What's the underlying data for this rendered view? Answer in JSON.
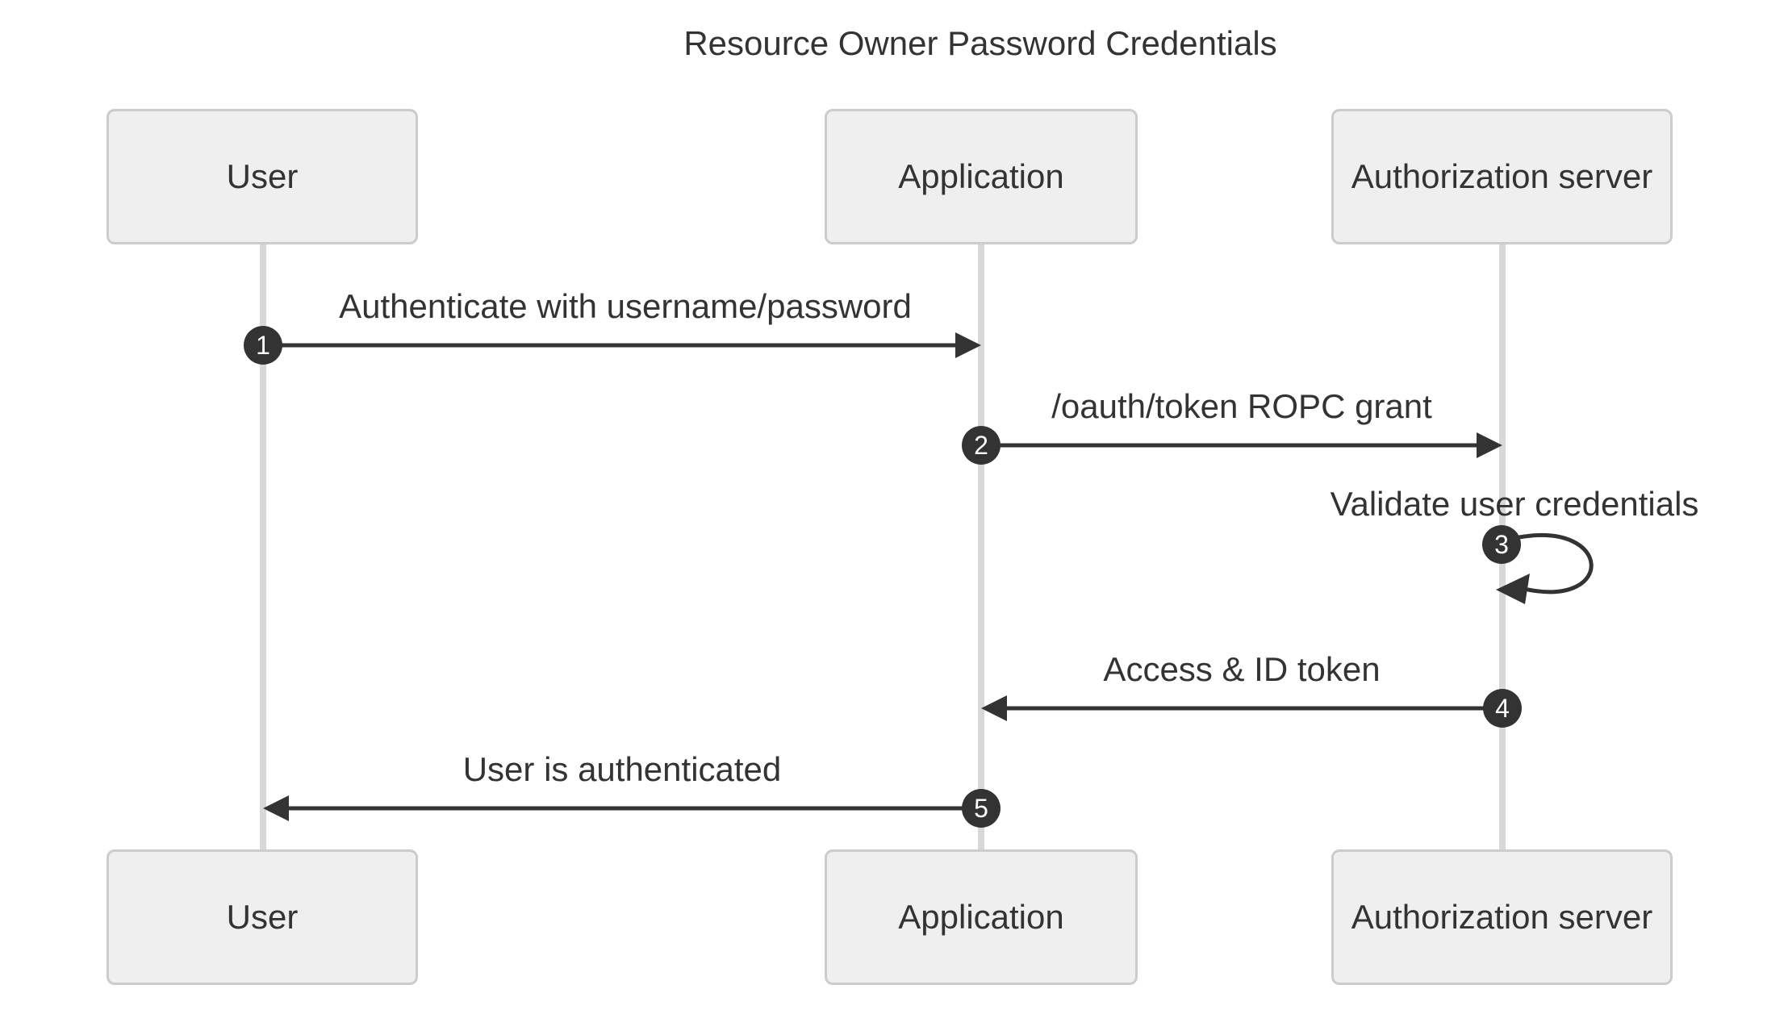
{
  "diagram": {
    "title": "Resource Owner Password Credentials",
    "actors": [
      {
        "id": "user",
        "label": "User"
      },
      {
        "id": "application",
        "label": "Application"
      },
      {
        "id": "auth-server",
        "label": "Authorization server"
      }
    ],
    "messages": [
      {
        "num": "1",
        "from": "User",
        "to": "Application",
        "label": "Authenticate with username/password",
        "direction": "right"
      },
      {
        "num": "2",
        "from": "Application",
        "to": "Authorization server",
        "label": "/oauth/token ROPC grant",
        "direction": "right"
      },
      {
        "num": "3",
        "from": "Authorization server",
        "to": "Authorization server",
        "label": "Validate user credentials",
        "direction": "self"
      },
      {
        "num": "4",
        "from": "Authorization server",
        "to": "Application",
        "label": "Access & ID token",
        "direction": "left"
      },
      {
        "num": "5",
        "from": "Application",
        "to": "User",
        "label": "User is authenticated",
        "direction": "left"
      }
    ],
    "colors": {
      "background": "#ffffff",
      "actor_fill": "#efefef",
      "actor_border": "#cccccc",
      "lifeline": "#d8d8d8",
      "arrow": "#333333",
      "text": "#333333",
      "badge_fill": "#333333",
      "badge_text": "#ffffff"
    }
  }
}
